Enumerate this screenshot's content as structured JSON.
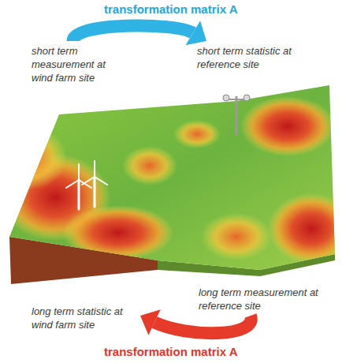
{
  "diagram": {
    "nodes": [
      {
        "text": [
          "short term measurement at wind farm site"
        ]
      },
      {
        "text": [
          "short term statistic at reference site"
        ]
      },
      {
        "text": [
          "long term statistic at wind farm site"
        ]
      },
      {
        "text": [
          "long term measurement at reference site"
        ]
      }
    ],
    "edges": [
      {
        "from": 0,
        "to": 1,
        "label": "transformation matrix A",
        "arrow": "to"
      },
      {
        "from": 3,
        "to": 2,
        "label": "transformation matrix A",
        "arrow": "to"
      }
    ]
  }
}
